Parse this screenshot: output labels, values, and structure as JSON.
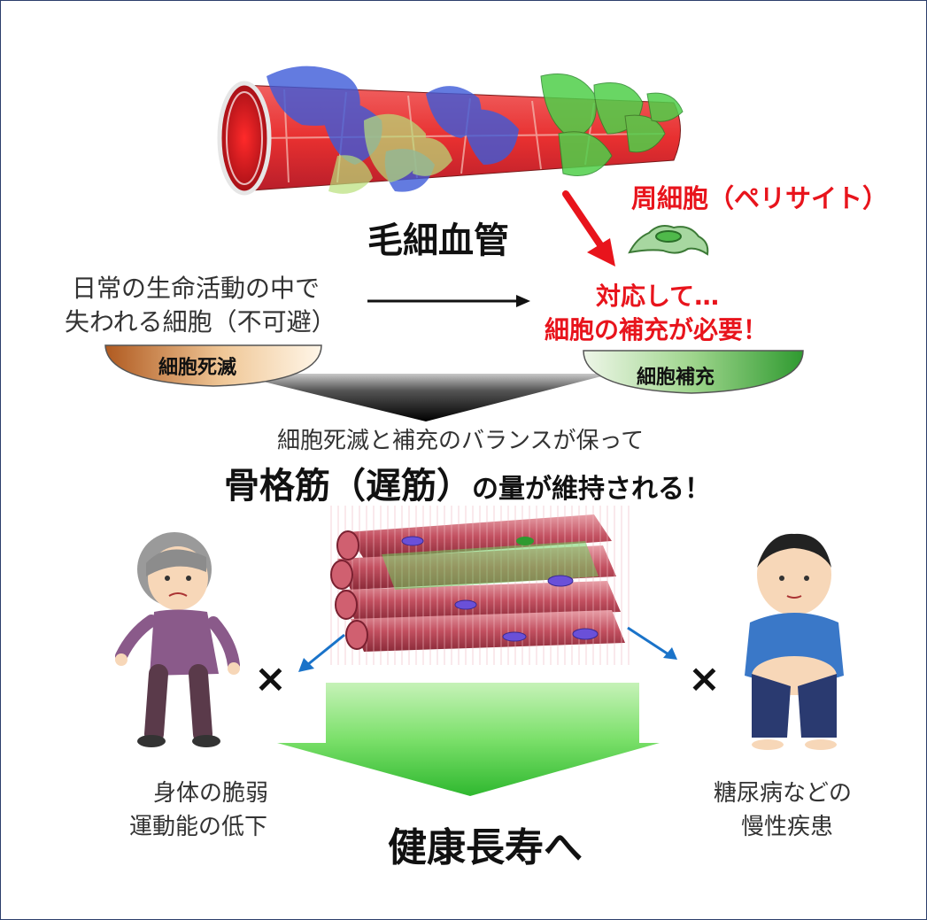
{
  "capillary": {
    "title": "毛細血管"
  },
  "pericyte": {
    "label": "周細胞（ペリサイト）"
  },
  "cell_death": {
    "description_line1": "日常の生命活動の中で",
    "description_line2": "失われる細胞（不可避）",
    "badge_label": "細胞死滅"
  },
  "cell_supply": {
    "response_line1": "対応して…",
    "response_line2": "細胞の補充が必要！",
    "badge_label": "細胞補充"
  },
  "balance": {
    "line1": "細胞死滅と補充のバランスが保って",
    "line2_big": "骨格筋（遅筋）",
    "line2_small": "の量が維持される！"
  },
  "outcomes": {
    "frailty_line1": "身体の脆弱",
    "frailty_line2": "運動能の低下",
    "disease_line1": "糖尿病などの",
    "disease_line2": "慢性疾患",
    "x_mark": "×",
    "longevity": "健康長寿へ"
  },
  "colors": {
    "red_text": "#e8141c",
    "arrow_blue": "#1a73c9",
    "green_arrow": "#4fd64f"
  }
}
